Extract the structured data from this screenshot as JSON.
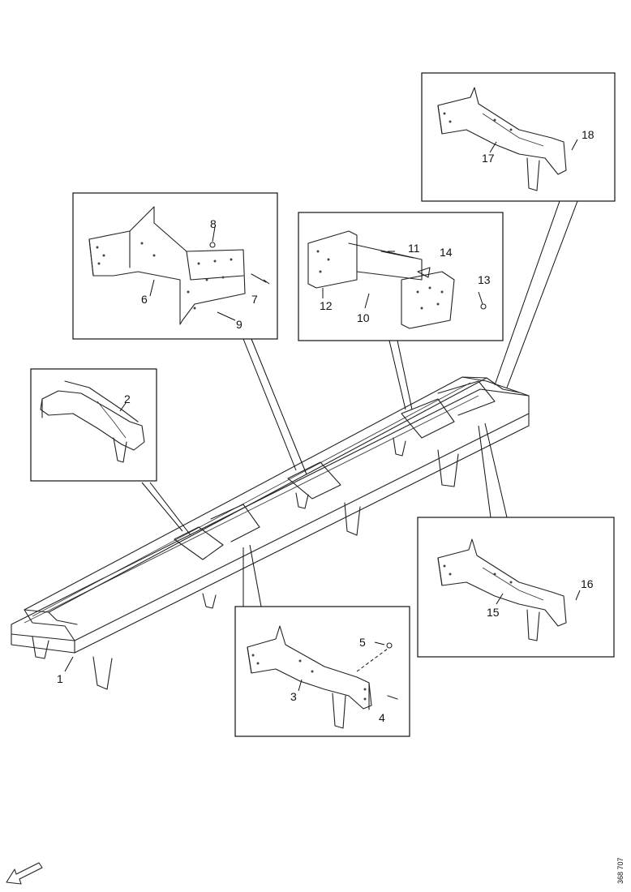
{
  "figure": {
    "callouts": [
      {
        "id": "1",
        "text": "1"
      },
      {
        "id": "2",
        "text": "2"
      },
      {
        "id": "3",
        "text": "3"
      },
      {
        "id": "4",
        "text": "4"
      },
      {
        "id": "5",
        "text": "5"
      },
      {
        "id": "6",
        "text": "6"
      },
      {
        "id": "7",
        "text": "7"
      },
      {
        "id": "8",
        "text": "8"
      },
      {
        "id": "9",
        "text": "9"
      },
      {
        "id": "10",
        "text": "10"
      },
      {
        "id": "11",
        "text": "11"
      },
      {
        "id": "12",
        "text": "12"
      },
      {
        "id": "13",
        "text": "13"
      },
      {
        "id": "14",
        "text": "14"
      },
      {
        "id": "15",
        "text": "15"
      },
      {
        "id": "16",
        "text": "16"
      },
      {
        "id": "17",
        "text": "17"
      },
      {
        "id": "18",
        "text": "18"
      }
    ],
    "drawing_code": "368 707",
    "direction_arrow_icon": "front-direction-arrow-icon"
  }
}
